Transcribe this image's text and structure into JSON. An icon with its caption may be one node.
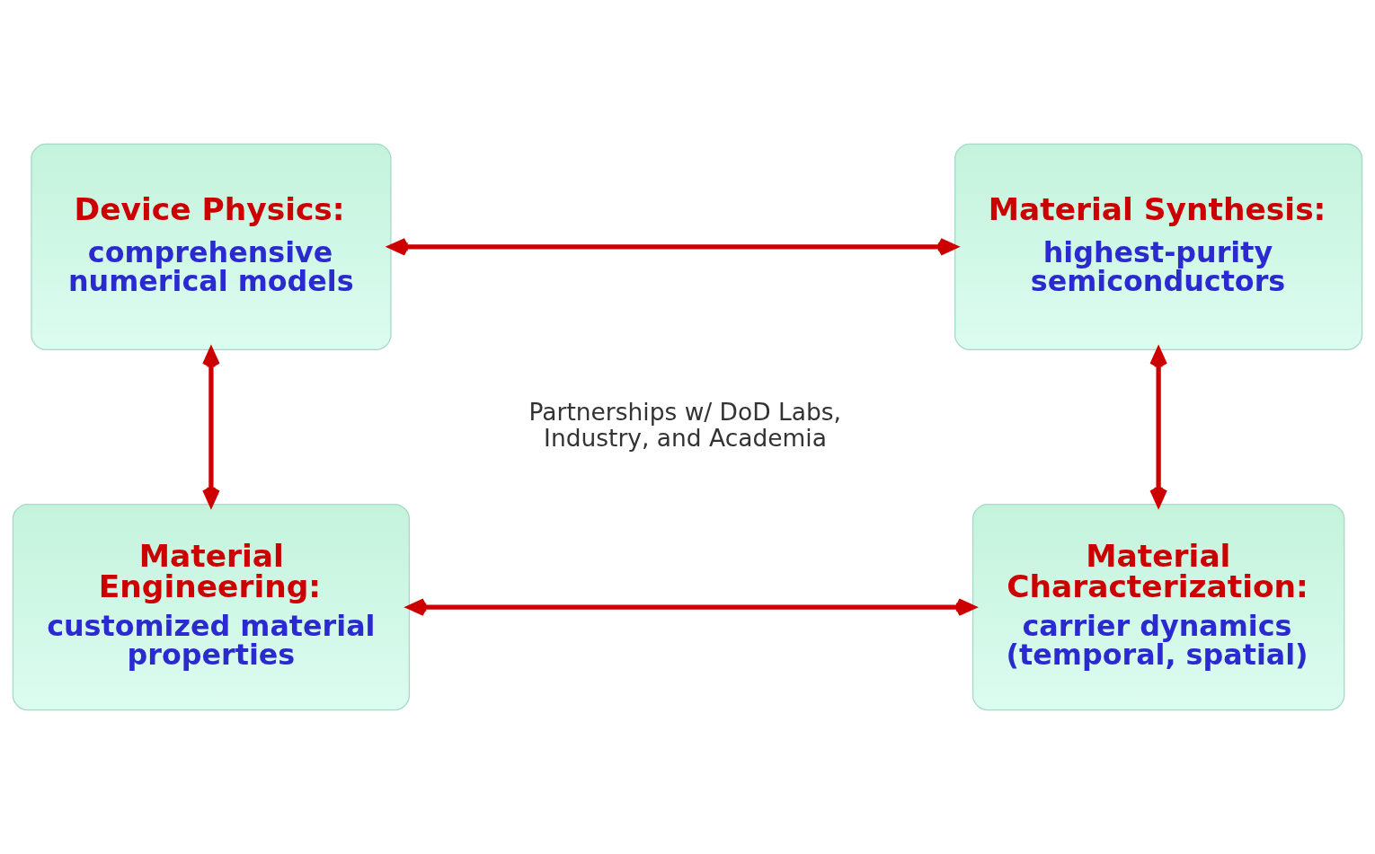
{
  "diagram": {
    "nodes": [
      {
        "text": [
          "Device Physics:",
          "comprehensive numerical models"
        ]
      },
      {
        "text": [
          "Material Synthesis:",
          "highest-purity semiconductors"
        ]
      },
      {
        "text": [
          "Material Engineering:",
          "customized material properties"
        ]
      },
      {
        "text": [
          "Material Characterization:",
          "carrier dynamics (temporal, spatial)"
        ]
      }
    ],
    "edges": [
      {
        "from": 0,
        "to": 1,
        "arrow": "both"
      },
      {
        "from": 0,
        "to": 2,
        "arrow": "both"
      },
      {
        "from": 1,
        "to": 3,
        "arrow": "both"
      },
      {
        "from": 2,
        "to": 3,
        "arrow": "both"
      }
    ],
    "labels": [
      "Partnerships w/ DoD Labs, Industry, and Academia"
    ]
  }
}
